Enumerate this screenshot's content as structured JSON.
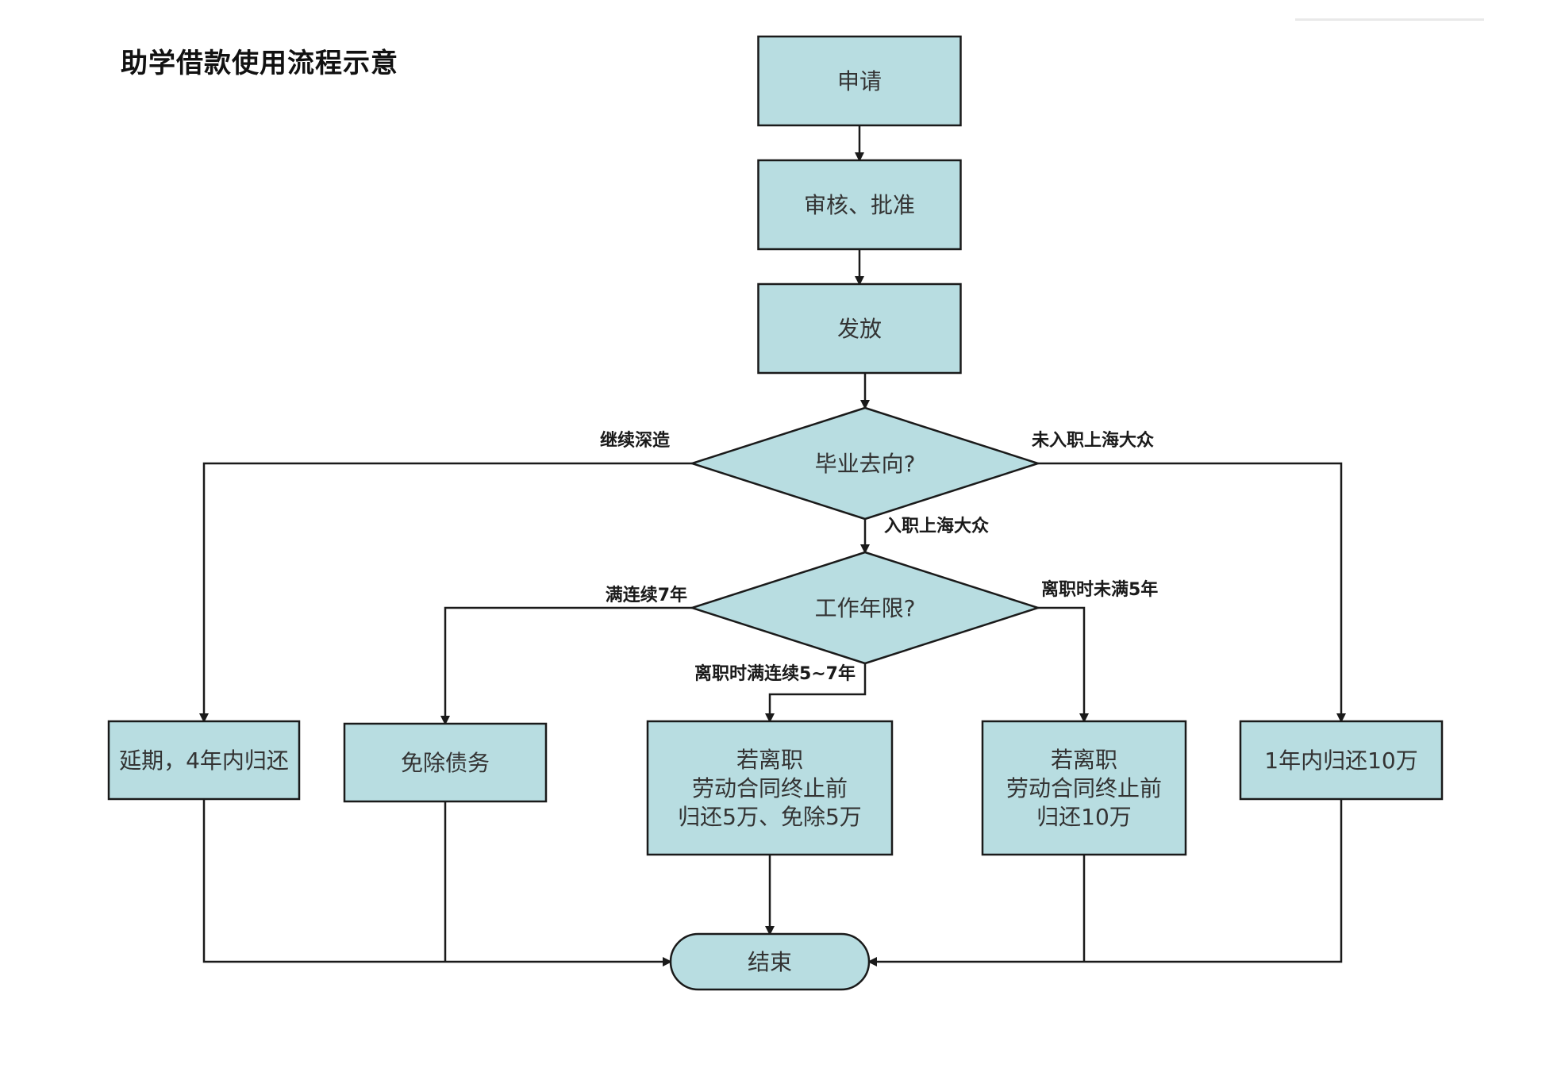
{
  "title": "助学借款使用流程示意",
  "colors": {
    "node_fill": "#b8dde1",
    "stroke": "#1a1a1a",
    "text": "#333333"
  },
  "nodes": {
    "apply": {
      "shape": "rect",
      "lines": [
        "申请"
      ]
    },
    "review": {
      "shape": "rect",
      "lines": [
        "审核、批准"
      ]
    },
    "disburse": {
      "shape": "rect",
      "lines": [
        "发放"
      ]
    },
    "destination": {
      "shape": "diamond",
      "lines": [
        "毕业去向?"
      ]
    },
    "tenure": {
      "shape": "diamond",
      "lines": [
        "工作年限?"
      ]
    },
    "defer": {
      "shape": "rect",
      "lines": [
        "延期，4年内归还"
      ]
    },
    "waive": {
      "shape": "rect",
      "lines": [
        "免除债务"
      ]
    },
    "partial": {
      "shape": "rect",
      "lines": [
        "若离职",
        "劳动合同终止前",
        "归还5万、免除5万"
      ]
    },
    "full": {
      "shape": "rect",
      "lines": [
        "若离职",
        "劳动合同终止前",
        "归还10万"
      ]
    },
    "oneyear": {
      "shape": "rect",
      "lines": [
        "1年内归还10万"
      ]
    },
    "end": {
      "shape": "terminator",
      "lines": [
        "结束"
      ]
    }
  },
  "edges": [
    {
      "from": "apply",
      "to": "review",
      "label": ""
    },
    {
      "from": "review",
      "to": "disburse",
      "label": ""
    },
    {
      "from": "disburse",
      "to": "destination",
      "label": ""
    },
    {
      "from": "destination",
      "to": "defer",
      "label": "继续深造"
    },
    {
      "from": "destination",
      "to": "oneyear",
      "label": "未入职上海大众"
    },
    {
      "from": "destination",
      "to": "tenure",
      "label": "入职上海大众"
    },
    {
      "from": "tenure",
      "to": "waive",
      "label": "满连续7年"
    },
    {
      "from": "tenure",
      "to": "full",
      "label": "离职时未满5年"
    },
    {
      "from": "tenure",
      "to": "partial",
      "label": "离职时满连续5~7年"
    },
    {
      "from": "defer",
      "to": "end",
      "label": ""
    },
    {
      "from": "waive",
      "to": "end",
      "label": ""
    },
    {
      "from": "partial",
      "to": "end",
      "label": ""
    },
    {
      "from": "full",
      "to": "end",
      "label": ""
    },
    {
      "from": "oneyear",
      "to": "end",
      "label": ""
    }
  ]
}
